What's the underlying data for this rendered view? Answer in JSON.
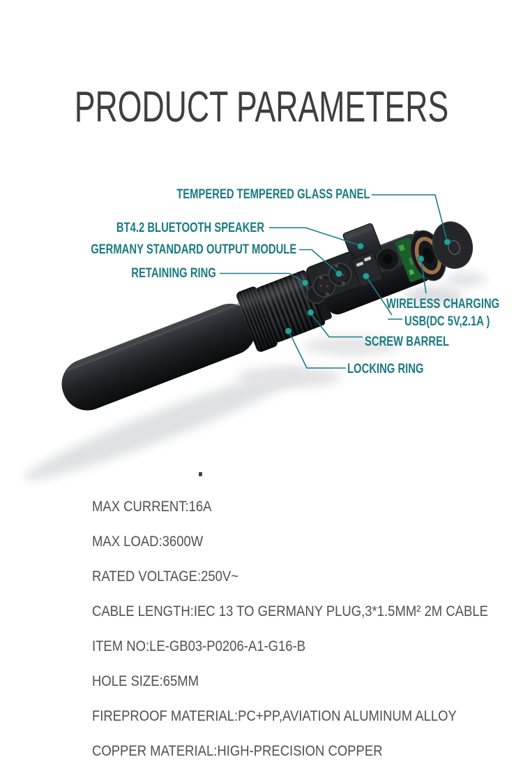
{
  "page": {
    "title": "PRODUCT PARAMETERS"
  },
  "colors": {
    "accent_teal": "#1a7b82",
    "dot_teal": "#23a295",
    "title_gray": "#3e3e41",
    "spec_gray": "#505053",
    "page_bg": "#ffffff"
  },
  "diagram": {
    "description": "exploded view of cylindrical pop-up power socket tower",
    "callouts": [
      {
        "id": "tempered-glass-panel",
        "label": "TEMPERED TEMPERED GLASS PANEL"
      },
      {
        "id": "bluetooth-speaker",
        "label": "BT4.2 BLUETOOTH SPEAKER"
      },
      {
        "id": "output-module",
        "label": "GERMANY STANDARD OUTPUT MODULE"
      },
      {
        "id": "retaining-ring",
        "label": "RETAINING RING"
      },
      {
        "id": "wireless-charging",
        "label": "WIRELESS CHARGING"
      },
      {
        "id": "usb-port",
        "label": "USB(DC 5V,2.1A )"
      },
      {
        "id": "screw-barrel",
        "label": "SCREW BARREL"
      },
      {
        "id": "locking-ring",
        "label": "LOCKING RING"
      }
    ]
  },
  "specs": {
    "items": [
      "MAX CURRENT:16A",
      "MAX LOAD:3600W",
      "RATED VOLTAGE:250V~",
      "CABLE LENGTH:IEC 13 TO GERMANY PLUG,3*1.5MM² 2M CABLE",
      "ITEM NO:LE-GB03-P0206-A1-G16-B",
      "HOLE SIZE:65MM",
      "FIREPROOF MATERIAL:PC+PP,AVIATION ALUMINUM ALLOY",
      "COPPER MATERIAL:HIGH-PRECISION COPPER"
    ]
  }
}
